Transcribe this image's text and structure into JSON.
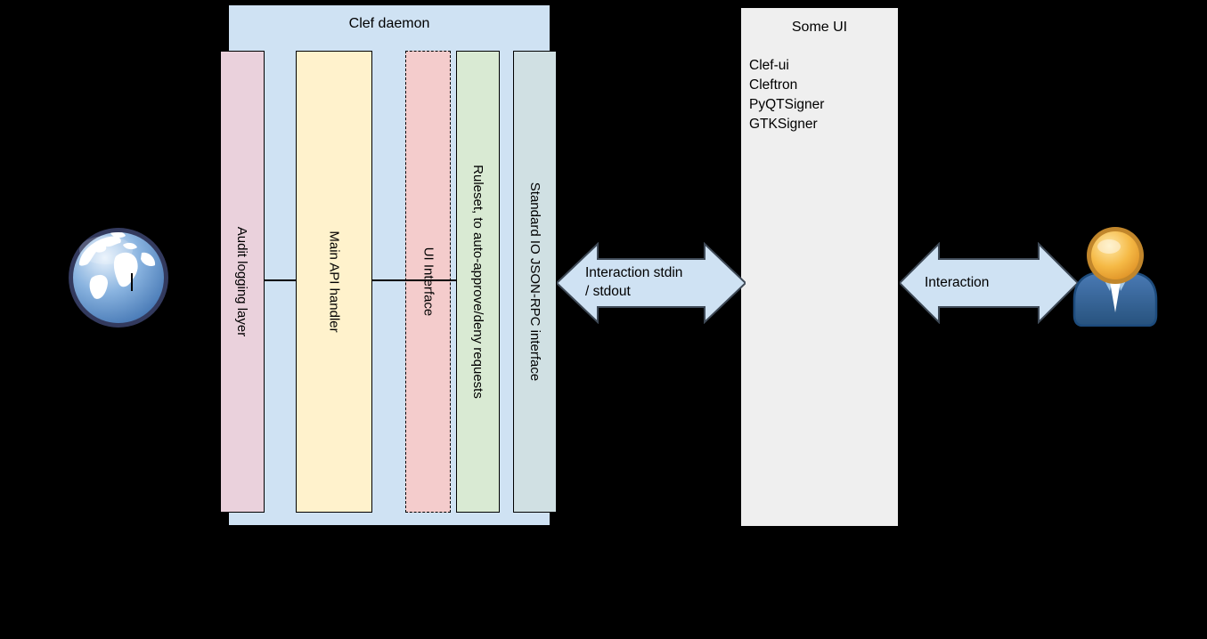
{
  "clef": {
    "title": "Clef daemon",
    "layers": [
      {
        "id": "audit-logging",
        "label": "Audit logging layer",
        "fill": "#ead1dc",
        "border": "solid"
      },
      {
        "id": "main-api",
        "label": "Main API handler",
        "fill": "#fff2cc",
        "border": "solid"
      },
      {
        "id": "ui-interface",
        "label": "UI Interface",
        "fill": "#f4cccc",
        "border": "dashed"
      },
      {
        "id": "ruleset",
        "label": "Ruleset, to auto-approve/deny requests",
        "fill": "#d9ead3",
        "border": "solid"
      },
      {
        "id": "stdio-jsonrpc",
        "label": "Standard IO JSON-RPC interface",
        "fill": "#d0e0e3",
        "border": "solid"
      }
    ]
  },
  "someui": {
    "title": "Some UI",
    "items": [
      "Clef-ui",
      "Cleftron",
      "PyQTSigner",
      "GTKSigner"
    ]
  },
  "arrows": {
    "stdio": {
      "line1": "Interaction stdin",
      "line2": "/ stdout"
    },
    "user": {
      "line1": "Interaction"
    }
  },
  "icons": {
    "left": "globe-icon",
    "right": "user-icon"
  },
  "colors": {
    "background": "#000000",
    "container_fill": "#cfe2f3",
    "arrow_fill": "#cfe2f3",
    "arrow_stroke": "#3f4a57",
    "some_ui_fill": "#efefef",
    "line": "#000000"
  }
}
